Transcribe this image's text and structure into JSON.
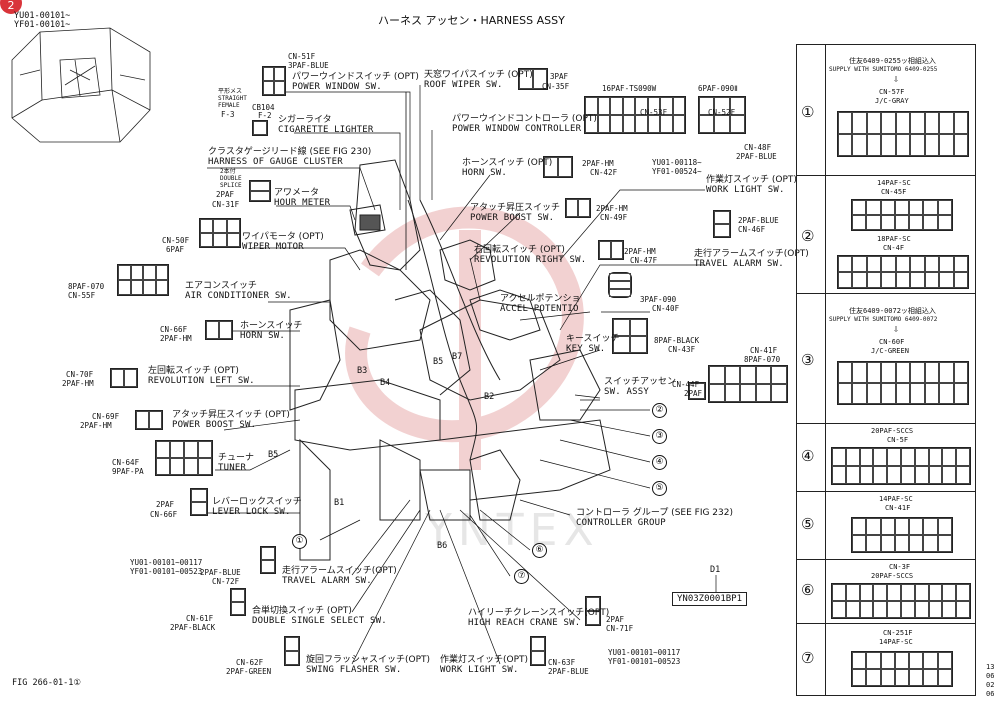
{
  "header": {
    "page_badge": "2",
    "ref_line1": "YU01-00101~",
    "ref_line2": "YF01-00101~",
    "title": "ハーネス アッセン・HARNESS ASSY"
  },
  "footer": {
    "fig": "FIG 266-01-1①",
    "part_code": "YN03Z0001BP1",
    "d1": "D1",
    "edge_num": [
      "13",
      "06",
      "02",
      "06"
    ]
  },
  "labels": {
    "power_window_sw": {
      "jp": "パワーウインドスイッチ (OPT)",
      "en": "POWER WINDOW SW.",
      "cn": "CN-51F",
      "cn2": "3PAF-BLUE"
    },
    "cigarette": {
      "jp": "シガーライタ",
      "en": "CIGARETTE LIGHTER",
      "cn": "CB104",
      "cn2": "F-2",
      "f3": "F-3",
      "side": "平形メス STRAIGHT FEMALE"
    },
    "gauge_cluster": {
      "jp": "クラスタゲージリード線 (SEE FIG 230)",
      "en": "HARNESS OF GAUGE CLUSTER"
    },
    "hour_meter": {
      "jp": "アワメータ",
      "en": "HOUR METER",
      "cn": "CN-31F",
      "cn2": "2PAF",
      "splice": "2本付 DOUBLE SPLICE"
    },
    "wiper_motor": {
      "jp": "ワイパモータ (OPT)",
      "en": "WIPER MOTOR",
      "cn": "CN-50F",
      "cn2": "6PAF"
    },
    "air_con": {
      "jp": "エアコンスイッチ",
      "en": "AIR CONDITIONER SW.",
      "cn": "CN-55F",
      "cn2": "8PAF-070"
    },
    "horn_sw_left": {
      "jp": "ホーンスイッチ",
      "en": "HORN SW.",
      "cn": "CN-66F",
      "cn2": "2PAF-HM"
    },
    "rev_left": {
      "jp": "左回転スイッチ (OPT)",
      "en": "REVOLUTION LEFT SW.",
      "cn": "CN-70F",
      "cn2": "2PAF-HM"
    },
    "boost_left": {
      "jp": "アタッチ昇圧スイッチ (OPT)",
      "en": "POWER BOOST SW.",
      "cn": "CN-69F",
      "cn2": "2PAF-HM"
    },
    "tuner": {
      "jp": "チューナ",
      "en": "TUNER",
      "cn": "CN-64F",
      "cn2": "9PAF-PA"
    },
    "lever_lock": {
      "jp": "レバーロックスイッチ",
      "en": "LEVER LOCK SW.",
      "cn": "CN-66F",
      "cn2": "2PAF"
    },
    "travel_alarm_left": {
      "jp": "走行アラームスイッチ(OPT)",
      "en": "TRAVEL ALARM SW.",
      "cn": "CN-72F",
      "cn2": "2PAF-BLUE",
      "ref1": "YU01-00101~00117",
      "ref2": "YF01-00101~00523"
    },
    "double_single": {
      "jp": "合単切換スイッチ (OPT)",
      "en": "DOUBLE SINGLE SELECT SW.",
      "cn": "CN-61F",
      "cn2": "2PAF-BLACK"
    },
    "swing_flasher": {
      "jp": "旋回フラッシャスイッチ(OPT)",
      "en": "SWING FLASHER SW.",
      "cn": "CN-62F",
      "cn2": "2PAF-GREEN"
    },
    "work_light_bottom": {
      "jp": "作業灯スイッチ(OPT)",
      "en": "WORK LIGHT SW.",
      "cn": "CN-63F",
      "cn2": "2PAF-BLUE",
      "ref1": "YU01-00101~00117",
      "ref2": "YF01-00101~00523"
    },
    "high_reach": {
      "jp": "ハイリーチクレーンスイッチ(OPT)",
      "en": "HIGH REACH CRANE SW.",
      "cn": "CN-71F",
      "cn2": "2PAF"
    },
    "controller_group": {
      "jp": "コントローラ グループ (SEE FIG 232)",
      "en": "CONTROLLER GROUP"
    },
    "roof_wiper": {
      "jp": "天窓ワイパスイッチ (OPT)",
      "en": "ROOF WIPER SW.",
      "cn": "CN-35F",
      "cn2": "3PAF"
    },
    "pw_controller": {
      "jp": "パワーウインドコントローラ (OPT)",
      "en": "POWER WINDOW CONTROLLER",
      "cn1": "16PAF-TS090W",
      "cn2": "6PAF-090Ⅱ",
      "cn3": "CN-53F",
      "cn4": "CN-52F"
    },
    "horn_sw_right": {
      "jp": "ホーンスイッチ (OPT)",
      "en": "HORN SW.",
      "cn": "CN-42F",
      "cn2": "2PAF-HM"
    },
    "work_light_top": {
      "jp": "作業灯スイッチ (OPT)",
      "en": "WORK LIGHT SW.",
      "cn": "CN-48F",
      "cn2": "2PAF-BLUE",
      "ref1": "YU01-00118~",
      "ref2": "YF01-00524~"
    },
    "boost_right": {
      "jp": "アタッチ昇圧スイッチ",
      "en": "POWER BOOST SW.",
      "cn": "CN-49F",
      "cn2": "2PAF-HM"
    },
    "rev_right": {
      "jp": "右回転スイッチ (OPT)",
      "en": "REVOLUTION RIGHT SW.",
      "cn": "CN-47F",
      "cn2": "2PAF-HM"
    },
    "travel_alarm_right": {
      "jp": "走行アラームスイッチ(OPT)",
      "en": "TRAVEL ALARM SW.",
      "cn": "CN-46F",
      "cn2": "2PAF-BLUE"
    },
    "accel": {
      "jp": "アクセルポテンショ",
      "en": "ACCEL POTENTIO",
      "cn": "CN-40F",
      "cn2": "3PAF-090"
    },
    "key_sw": {
      "jp": "キースイッチ",
      "en": "KEY SW.",
      "cn": "CN-43F",
      "cn2": "8PAF-BLACK"
    },
    "sw_assy": {
      "jp": "スイッチアッセン",
      "en": "SW. ASSY",
      "cn1": "CN-44F",
      "cn1b": "2PAF",
      "cn2": "CN-41F",
      "cn2b": "8PAF-070"
    }
  },
  "bundle_labels": [
    "B1",
    "B2",
    "B3",
    "B4",
    "B5",
    "B5",
    "B6",
    "B7"
  ],
  "callouts": [
    "①",
    "②",
    "③",
    "④",
    "⑤",
    "⑥",
    "⑦"
  ],
  "panel": {
    "rows": [
      {
        "num": "①",
        "lines": [
          "住友6409-0255ッ相組込入",
          "SUPPLY WITH SUMITOMO 6409-0255",
          "⇩",
          "CN-57F",
          "J/C-GRAY"
        ]
      },
      {
        "num": "②",
        "lines": [
          "14PAF-SC",
          "CN-45F",
          "18PAF-SC",
          "CN-4F"
        ]
      },
      {
        "num": "③",
        "lines": [
          "住友6409-0072ッ相組込入",
          "SUPPLY WITH SUMITOMO 6409-0072",
          "⇩",
          "CN-60F",
          "J/C-GREEN"
        ]
      },
      {
        "num": "④",
        "lines": [
          "20PAF-SCCS",
          "CN-5F"
        ]
      },
      {
        "num": "⑤",
        "lines": [
          "14PAF-SC",
          "CN-41F"
        ]
      },
      {
        "num": "⑥",
        "lines": [
          "CN-3F",
          "20PAF-SCCS"
        ]
      },
      {
        "num": "⑦",
        "lines": [
          "CN-251F",
          "14PAF-SC"
        ]
      }
    ]
  },
  "watermark": "YNTEX",
  "colors": {
    "watermark": "#e9b7b7",
    "badge": "#d9343a",
    "line": "#111111"
  }
}
